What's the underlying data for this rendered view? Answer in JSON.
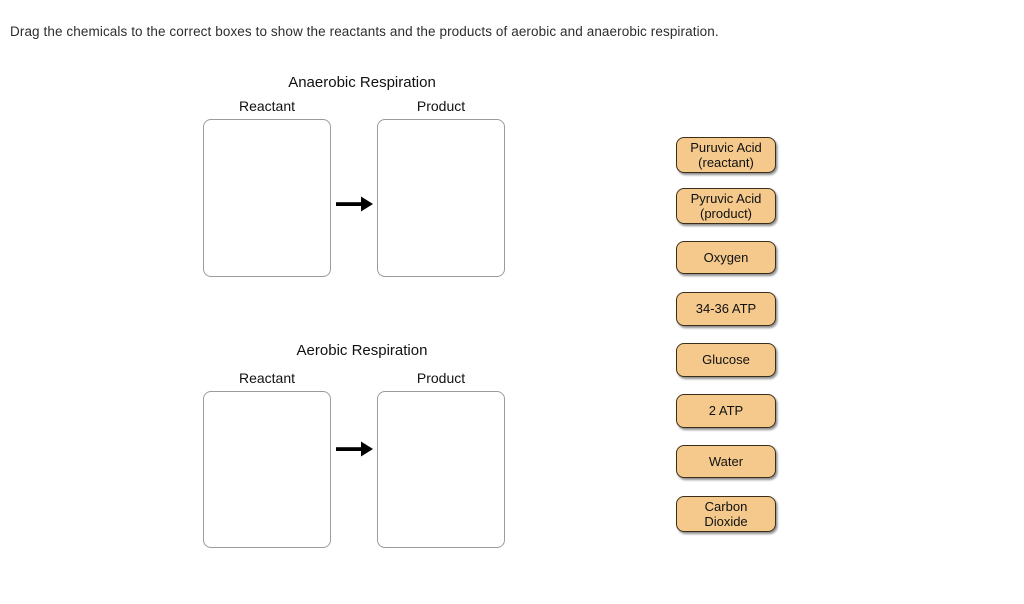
{
  "instruction": "Drag the chemicals to the correct boxes to show the reactants and the products of aerobic and anaerobic respiration.",
  "sections": [
    {
      "title": "Anaerobic Respiration",
      "reactant_label": "Reactant",
      "product_label": "Product"
    },
    {
      "title": "Aerobic Respiration",
      "reactant_label": "Reactant",
      "product_label": "Product"
    }
  ],
  "chips": [
    {
      "name": "puruvic-acid-reactant",
      "lines": [
        "Puruvic Acid",
        "(reactant)"
      ]
    },
    {
      "name": "pyruvic-acid-product",
      "lines": [
        "Pyruvic Acid",
        "(product)"
      ]
    },
    {
      "name": "oxygen",
      "lines": [
        "Oxygen"
      ]
    },
    {
      "name": "34-36-atp",
      "lines": [
        "34-36 ATP"
      ]
    },
    {
      "name": "glucose",
      "lines": [
        "Glucose"
      ]
    },
    {
      "name": "2-atp",
      "lines": [
        "2 ATP"
      ]
    },
    {
      "name": "water",
      "lines": [
        "Water"
      ]
    },
    {
      "name": "carbon-dioxide",
      "lines": [
        "Carbon",
        "Dioxide"
      ]
    }
  ],
  "colors": {
    "chip_fill": "#f4c98b",
    "chip_border": "#3c2f1a",
    "box_border": "#9b9b9b",
    "arrow": "#000000",
    "text": "#111111"
  }
}
